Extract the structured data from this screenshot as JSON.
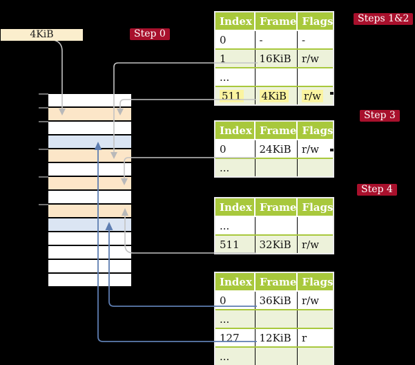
{
  "colors": {
    "background": "#000000",
    "table_header_bg": "#a8c83c",
    "table_row_bg": "#ffffff",
    "table_row_alt_bg": "#edf2da",
    "table_outer_border": "#ececec",
    "step_badge_bg": "#a8102c",
    "step_badge_text": "#ffffff",
    "highlight_yellow": "#fbf4a0",
    "frame_box_bg": "#fbeecd",
    "stack_pagetable_bg": "#fce6c8",
    "stack_datapage_bg": "#dbe5f3",
    "stack_free_bg": "#ffffff",
    "gray_connector": "#c4c4c4",
    "blue_connector": "#5d7db1"
  },
  "frame_box": {
    "label": "4KiB"
  },
  "step_badges": [
    {
      "id": "step-0",
      "label": "Step 0"
    },
    {
      "id": "steps-1-2",
      "label": "Steps 1&2"
    },
    {
      "id": "step-3",
      "label": "Step 3"
    },
    {
      "id": "step-4",
      "label": "Step 4"
    }
  ],
  "tables": [
    {
      "name": "page-table-root",
      "headers": [
        "Index",
        "Frame",
        "Flags"
      ],
      "rows": [
        {
          "cells": [
            "0",
            "-",
            "-"
          ],
          "shaded": false,
          "highlighted": false
        },
        {
          "cells": [
            "1",
            "16KiB",
            "r/w"
          ],
          "shaded": true,
          "highlighted": false
        },
        {
          "cells": [
            "...",
            "",
            ""
          ],
          "shaded": false,
          "highlighted": false
        },
        {
          "cells": [
            "511",
            "4KiB",
            "r/w"
          ],
          "shaded": true,
          "highlighted": true
        }
      ]
    },
    {
      "name": "page-table-step-3",
      "headers": [
        "Index",
        "Frame",
        "Flags"
      ],
      "rows": [
        {
          "cells": [
            "0",
            "24KiB",
            "r/w"
          ],
          "shaded": false,
          "highlighted": false
        },
        {
          "cells": [
            "...",
            "",
            ""
          ],
          "shaded": true,
          "highlighted": false
        }
      ]
    },
    {
      "name": "page-table-step-4",
      "headers": [
        "Index",
        "Frame",
        "Flags"
      ],
      "rows": [
        {
          "cells": [
            "...",
            "",
            ""
          ],
          "shaded": false,
          "highlighted": false
        },
        {
          "cells": [
            "511",
            "32KiB",
            "r/w"
          ],
          "shaded": true,
          "highlighted": false
        }
      ]
    },
    {
      "name": "page-table-last-level",
      "headers": [
        "Index",
        "Frame",
        "Flags"
      ],
      "rows": [
        {
          "cells": [
            "0",
            "36KiB",
            "r/w"
          ],
          "shaded": false,
          "highlighted": false
        },
        {
          "cells": [
            "...",
            "",
            ""
          ],
          "shaded": true,
          "highlighted": false
        },
        {
          "cells": [
            "127",
            "12KiB",
            "r"
          ],
          "shaded": false,
          "highlighted": false
        },
        {
          "cells": [
            "...",
            "",
            ""
          ],
          "shaded": true,
          "highlighted": false
        }
      ]
    }
  ],
  "memory_stack": {
    "rows": [
      {
        "type": "free"
      },
      {
        "type": "pagetable"
      },
      {
        "type": "free"
      },
      {
        "type": "datapage"
      },
      {
        "type": "pagetable"
      },
      {
        "type": "free"
      },
      {
        "type": "pagetable"
      },
      {
        "type": "free"
      },
      {
        "type": "pagetable"
      },
      {
        "type": "datapage"
      },
      {
        "type": "free"
      },
      {
        "type": "free"
      },
      {
        "type": "free"
      },
      {
        "type": "free"
      }
    ]
  }
}
